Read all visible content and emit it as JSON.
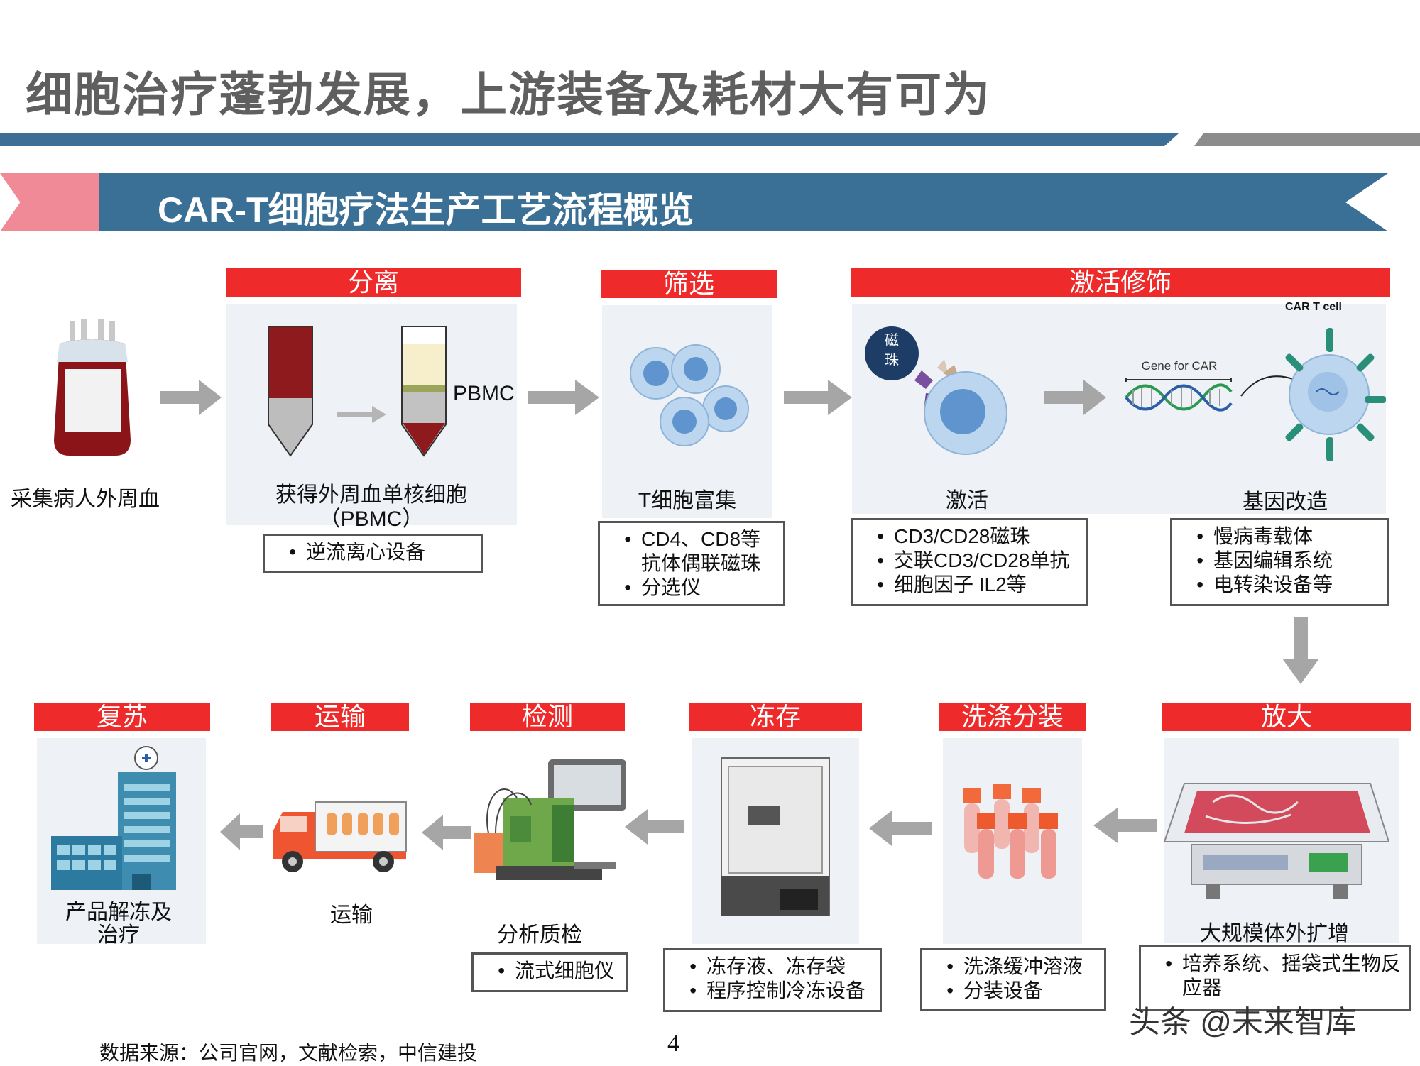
{
  "title": "细胞治疗蓬勃发展，上游装备及耗材大有可为",
  "banner": "CAR-T细胞疗法生产工艺流程概览",
  "start_caption": "采集病人外周血",
  "stages_top": [
    {
      "header": "分离",
      "captions": [
        "获得外周血单核细胞",
        "（PBMC）"
      ],
      "tube_label": "PBMC",
      "items": [
        "逆流离心设备"
      ]
    },
    {
      "header": "筛选",
      "caption": "T细胞富集",
      "items": [
        "CD4、CD8等抗体偶联磁珠",
        "分选仪"
      ]
    },
    {
      "header": "激活修饰",
      "sub": [
        {
          "caption": "激活",
          "bead_label": "磁珠",
          "items": [
            "CD3/CD28磁珠",
            "交联CD3/CD28单抗",
            "细胞因子 IL2等"
          ]
        },
        {
          "caption": "基因改造",
          "gene_label": "Gene for CAR",
          "cell_label": "CAR T cell",
          "items": [
            "慢病毒载体",
            "基因编辑系统",
            "电转染设备等"
          ]
        }
      ]
    }
  ],
  "stages_bottom": [
    {
      "header": "放大",
      "caption": "大规模体外扩增",
      "items": [
        "培养系统、摇袋式生物反应器"
      ]
    },
    {
      "header": "洗涤分装",
      "caption": "",
      "items": [
        "洗涤缓冲溶液",
        "分装设备"
      ]
    },
    {
      "header": "冻存",
      "caption": "",
      "items": [
        "冻存液、冻存袋",
        "程序控制冷冻设备"
      ]
    },
    {
      "header": "检测",
      "caption": "分析质检",
      "items": [
        "流式细胞仪"
      ]
    },
    {
      "header": "运输",
      "caption": "运输",
      "items": []
    },
    {
      "header": "复苏",
      "captions": [
        "产品解冻及",
        "治疗"
      ],
      "items": []
    }
  ],
  "footer": {
    "source": "数据来源：公司官网，文献检索，中信建投",
    "page_number": "4"
  },
  "watermark": "头条 @未来智库",
  "colors": {
    "header_red": "#ee2a2a",
    "banner_blue": "#3a6f96",
    "banner_pink": "#f08a96",
    "arrow_gray": "#a6a6a6"
  }
}
